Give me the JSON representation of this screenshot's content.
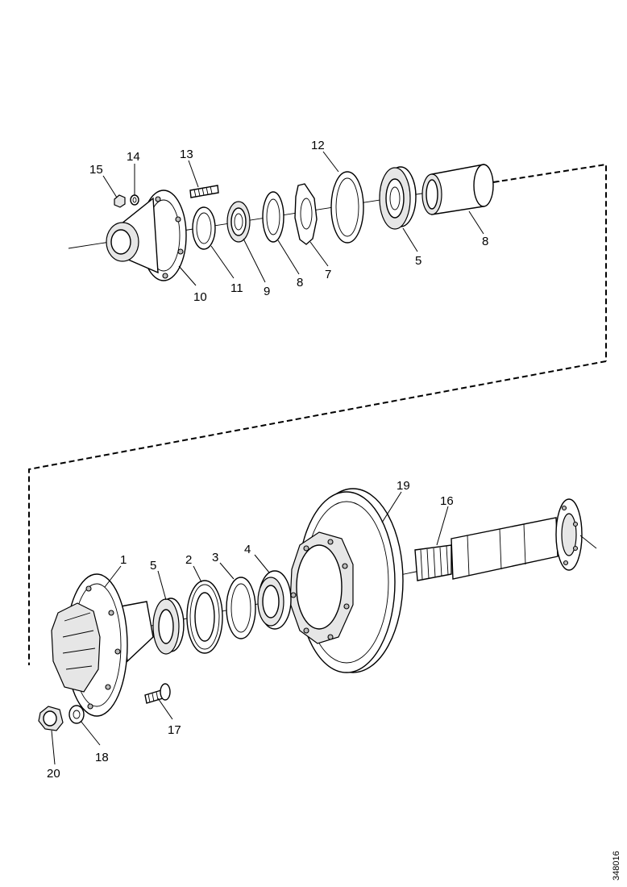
{
  "reference_code": "348016",
  "callouts": {
    "c15": "15",
    "c14": "14",
    "c13": "13",
    "c12": "12",
    "c10": "10",
    "c11": "11",
    "c9": "9",
    "c8a": "8",
    "c7": "7",
    "c5a": "5",
    "c8b": "8",
    "c1": "1",
    "c5b": "5",
    "c2": "2",
    "c3": "3",
    "c4": "4",
    "c19": "19",
    "c16": "16",
    "c17": "17",
    "c18": "18",
    "c20": "20"
  }
}
